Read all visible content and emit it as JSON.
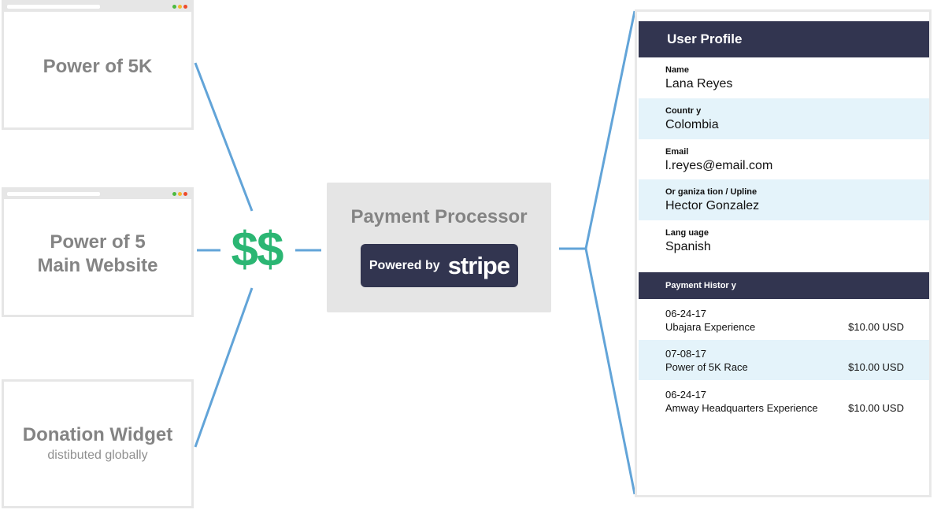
{
  "sites": [
    {
      "title_lines": [
        "Power of 5K"
      ],
      "subtitle": ""
    },
    {
      "title_lines": [
        "Power of 5",
        "Main Website"
      ],
      "subtitle": ""
    },
    {
      "title_lines": [
        "Donation Widget"
      ],
      "subtitle": "distibuted globally"
    }
  ],
  "money_symbol": "$$",
  "processor": {
    "title": "Payment Processor",
    "badge_prefix": "Powered by",
    "badge_brand": "stripe"
  },
  "profile": {
    "title": "User Profile",
    "fields": [
      {
        "label": "Name",
        "value": "Lana Reyes"
      },
      {
        "label": "Countr   y",
        "value": "Colombia"
      },
      {
        "label": "Email",
        "value": "l.reyes@email.com"
      },
      {
        "label": "Or ganiza  tion / Upline",
        "value": "Hector Gonzalez"
      },
      {
        "label": "Lang uage",
        "value": "Spanish"
      }
    ],
    "history_title": "Payment Histor    y",
    "payments": [
      {
        "date": "06-24-17",
        "event": "Ubajara Experience",
        "amount": "$10.00 USD"
      },
      {
        "date": "07-08-17",
        "event": "Power of 5K Race",
        "amount": "$10.00 USD"
      },
      {
        "date": "06-24-17",
        "event": "Amway Headquarters Experience",
        "amount": "$10.00 USD"
      }
    ]
  },
  "colors": {
    "connector": "#62a4d8",
    "money": "#2bb673",
    "navy": "#323550",
    "stripe_row": "#e4f3fa",
    "dot_green": "#4cba3f",
    "dot_yellow": "#f5b82e",
    "dot_red": "#ee4b2b"
  }
}
